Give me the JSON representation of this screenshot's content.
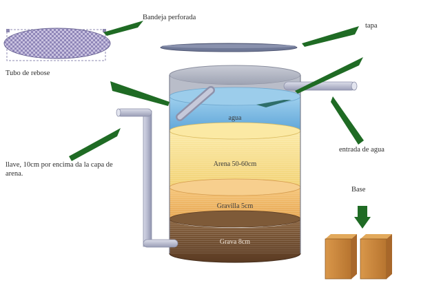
{
  "labels": {
    "perforated_tray": "Bandeja perforada",
    "lid": "tapa",
    "overflow_pipe": "Tubo de rebose",
    "water_inlet": "entrada de agua",
    "valve": "llave, 10cm por encima da la capa de arena.",
    "base": "Base"
  },
  "layers": {
    "water": "agua",
    "sand": "Arena 50-60cm",
    "fine_gravel": "Gravilla 5cm",
    "gravel": "Grava 8cm"
  },
  "colors": {
    "arrow": "#1f6b24",
    "water": "#6cb0dc",
    "sand": "#f6dd8a",
    "fine_gravel": "#efb35e",
    "gravel": "#6d4a2c",
    "pipe": "#b5b8cc",
    "lid": "#6f7896",
    "base_wood": "#c9873e"
  }
}
